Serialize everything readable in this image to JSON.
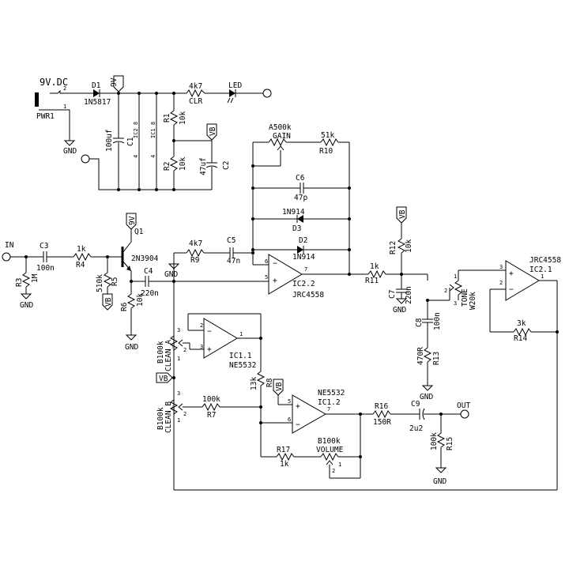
{
  "labels": {
    "power_in": "9V.DC",
    "pin_2": "2",
    "pin_1": "1",
    "pwr1": "PWR1",
    "gnd": "GND",
    "d1": "D1",
    "d1_part": "1N5817",
    "r_led": "4k7",
    "r_led_name": "CLR",
    "led": "LED",
    "vsup": "9V",
    "c1_val": "100uf",
    "c1_name": "C1",
    "r1_name": "R1",
    "r1_val": "10k",
    "r2_name": "R2",
    "r2_val": "10k",
    "vb": "VB",
    "c2_val": "47uf",
    "c2_name": "C2",
    "ic_pwr_a": "IC2_8",
    "ic_pwr_b": "IC1_8",
    "ic_pin4": "4",
    "gain_val": "A500k",
    "gain_name": "GAIN",
    "r10_val": "51k",
    "r10_name": "R10",
    "c6_name": "C6",
    "c6_val": "47p",
    "d3_part": "1N914",
    "d3_name": "D3",
    "d2_name": "D2",
    "d2_part": "1N914",
    "in": "IN",
    "c3_name": "C3",
    "c3_val": "100n",
    "r4_val": "1k",
    "r4_name": "R4",
    "r3_name": "R3",
    "r3_val": "1M",
    "q1_name": "Q1",
    "q1_part": "2N3904",
    "r5_val": "510k",
    "r5_name": "R5",
    "r9_val": "4k7",
    "r9_name": "R9",
    "c5_name": "C5",
    "c5_val": "47n",
    "c4_name": "C4",
    "c4_val": "220n",
    "r6_name": "R6",
    "r6_val": "10k",
    "ic22_name": "IC2.2",
    "ic22_part": "JRC4558",
    "r11_val": "1k",
    "r11_name": "R11",
    "r12_name": "R12",
    "r12_val": "10k",
    "c7_name": "C7",
    "c7_val": "220n",
    "tone_val": "W20k",
    "tone_name": "TONE",
    "c8_name": "C8",
    "c8_val": "100n",
    "r13_val": "470R",
    "r13_name": "R13",
    "ic21_part": "JRC4558",
    "ic21_name": "IC2.1",
    "r14_val": "3k",
    "r14_name": "R14",
    "clean_a_val": "B100k",
    "clean_a_name": "CLEAN_A",
    "ic11_name": "IC1.1",
    "ic11_part": "NE5532",
    "r8_val": "13k",
    "r8_name": "R8",
    "clean_b_val": "B100k",
    "clean_b_name": "CLEAN_B",
    "r7_val": "100k",
    "r7_name": "R7",
    "ic12_part": "NE5532",
    "ic12_name": "IC1.2",
    "r16_name": "R16",
    "r16_val": "150R",
    "c9_name": "C9",
    "c9_val": "2u2",
    "out": "OUT",
    "r15_val": "100k",
    "r15_name": "R15",
    "vol_val": "B100k",
    "vol_name": "VOLUME",
    "r17_name": "R17",
    "r17_val": "1k",
    "p1": "1",
    "p2": "2",
    "p3": "3",
    "p5": "5",
    "p6": "6",
    "p7": "7"
  }
}
